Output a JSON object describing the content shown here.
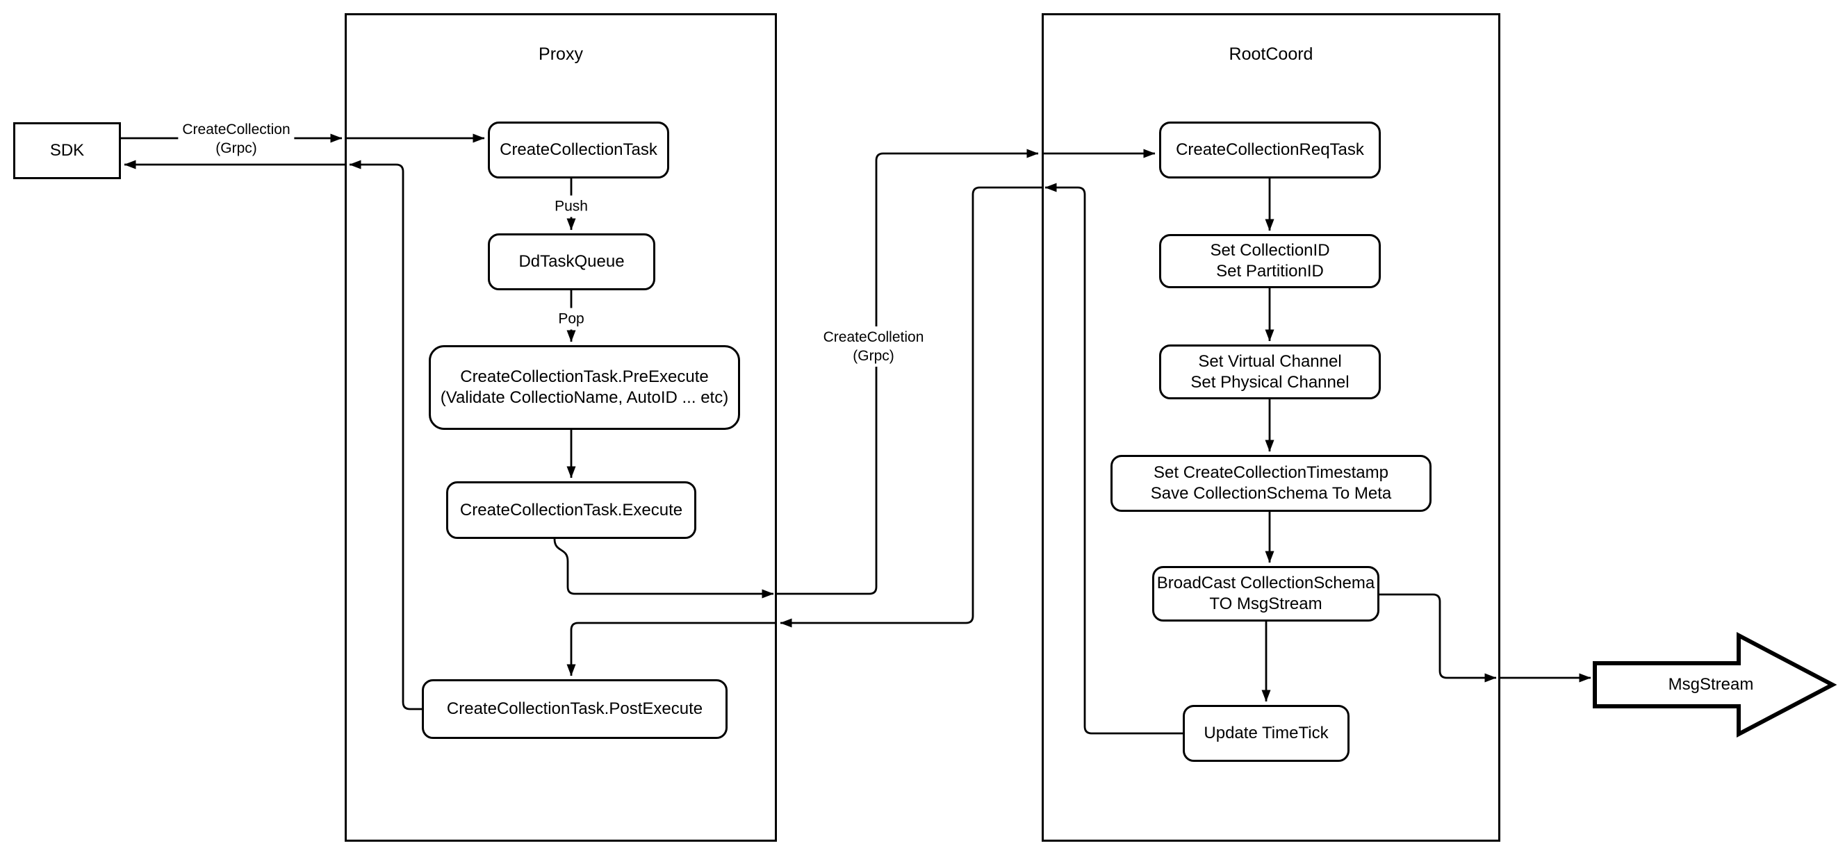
{
  "diagram": {
    "containers": {
      "proxy": {
        "label": "Proxy"
      },
      "rootcoord": {
        "label": "RootCoord"
      }
    },
    "nodes": {
      "sdk": {
        "label": "SDK"
      },
      "create_collection_task": {
        "label": "CreateCollectionTask"
      },
      "dd_task_queue": {
        "label": "DdTaskQueue"
      },
      "pre_execute": {
        "label": "CreateCollectionTask.PreExecute\n(Validate CollectioName, AutoID ... etc)"
      },
      "execute": {
        "label": "CreateCollectionTask.Execute"
      },
      "post_execute": {
        "label": "CreateCollectionTask.PostExecute"
      },
      "req_task": {
        "label": "CreateCollectionReqTask"
      },
      "set_ids": {
        "label": "Set CollectionID\nSet PartitionID"
      },
      "set_channels": {
        "label": "Set Virtual Channel\nSet Physical Channel"
      },
      "set_timestamp": {
        "label": "Set CreateCollectionTimestamp\nSave CollectionSchema To Meta"
      },
      "broadcast": {
        "label": "BroadCast CollectionSchema\nTO MsgStream"
      },
      "update_timetick": {
        "label": "Update TimeTick"
      },
      "msgstream": {
        "label": "MsgStream"
      }
    },
    "edge_labels": {
      "sdk_grpc": {
        "label": "CreateCollection\n(Grpc)"
      },
      "push": {
        "label": "Push"
      },
      "pop": {
        "label": "Pop"
      },
      "internal_grpc": {
        "label": "CreateColletion\n(Grpc)"
      }
    },
    "colors": {
      "stroke": "#000000",
      "background": "#ffffff"
    }
  }
}
